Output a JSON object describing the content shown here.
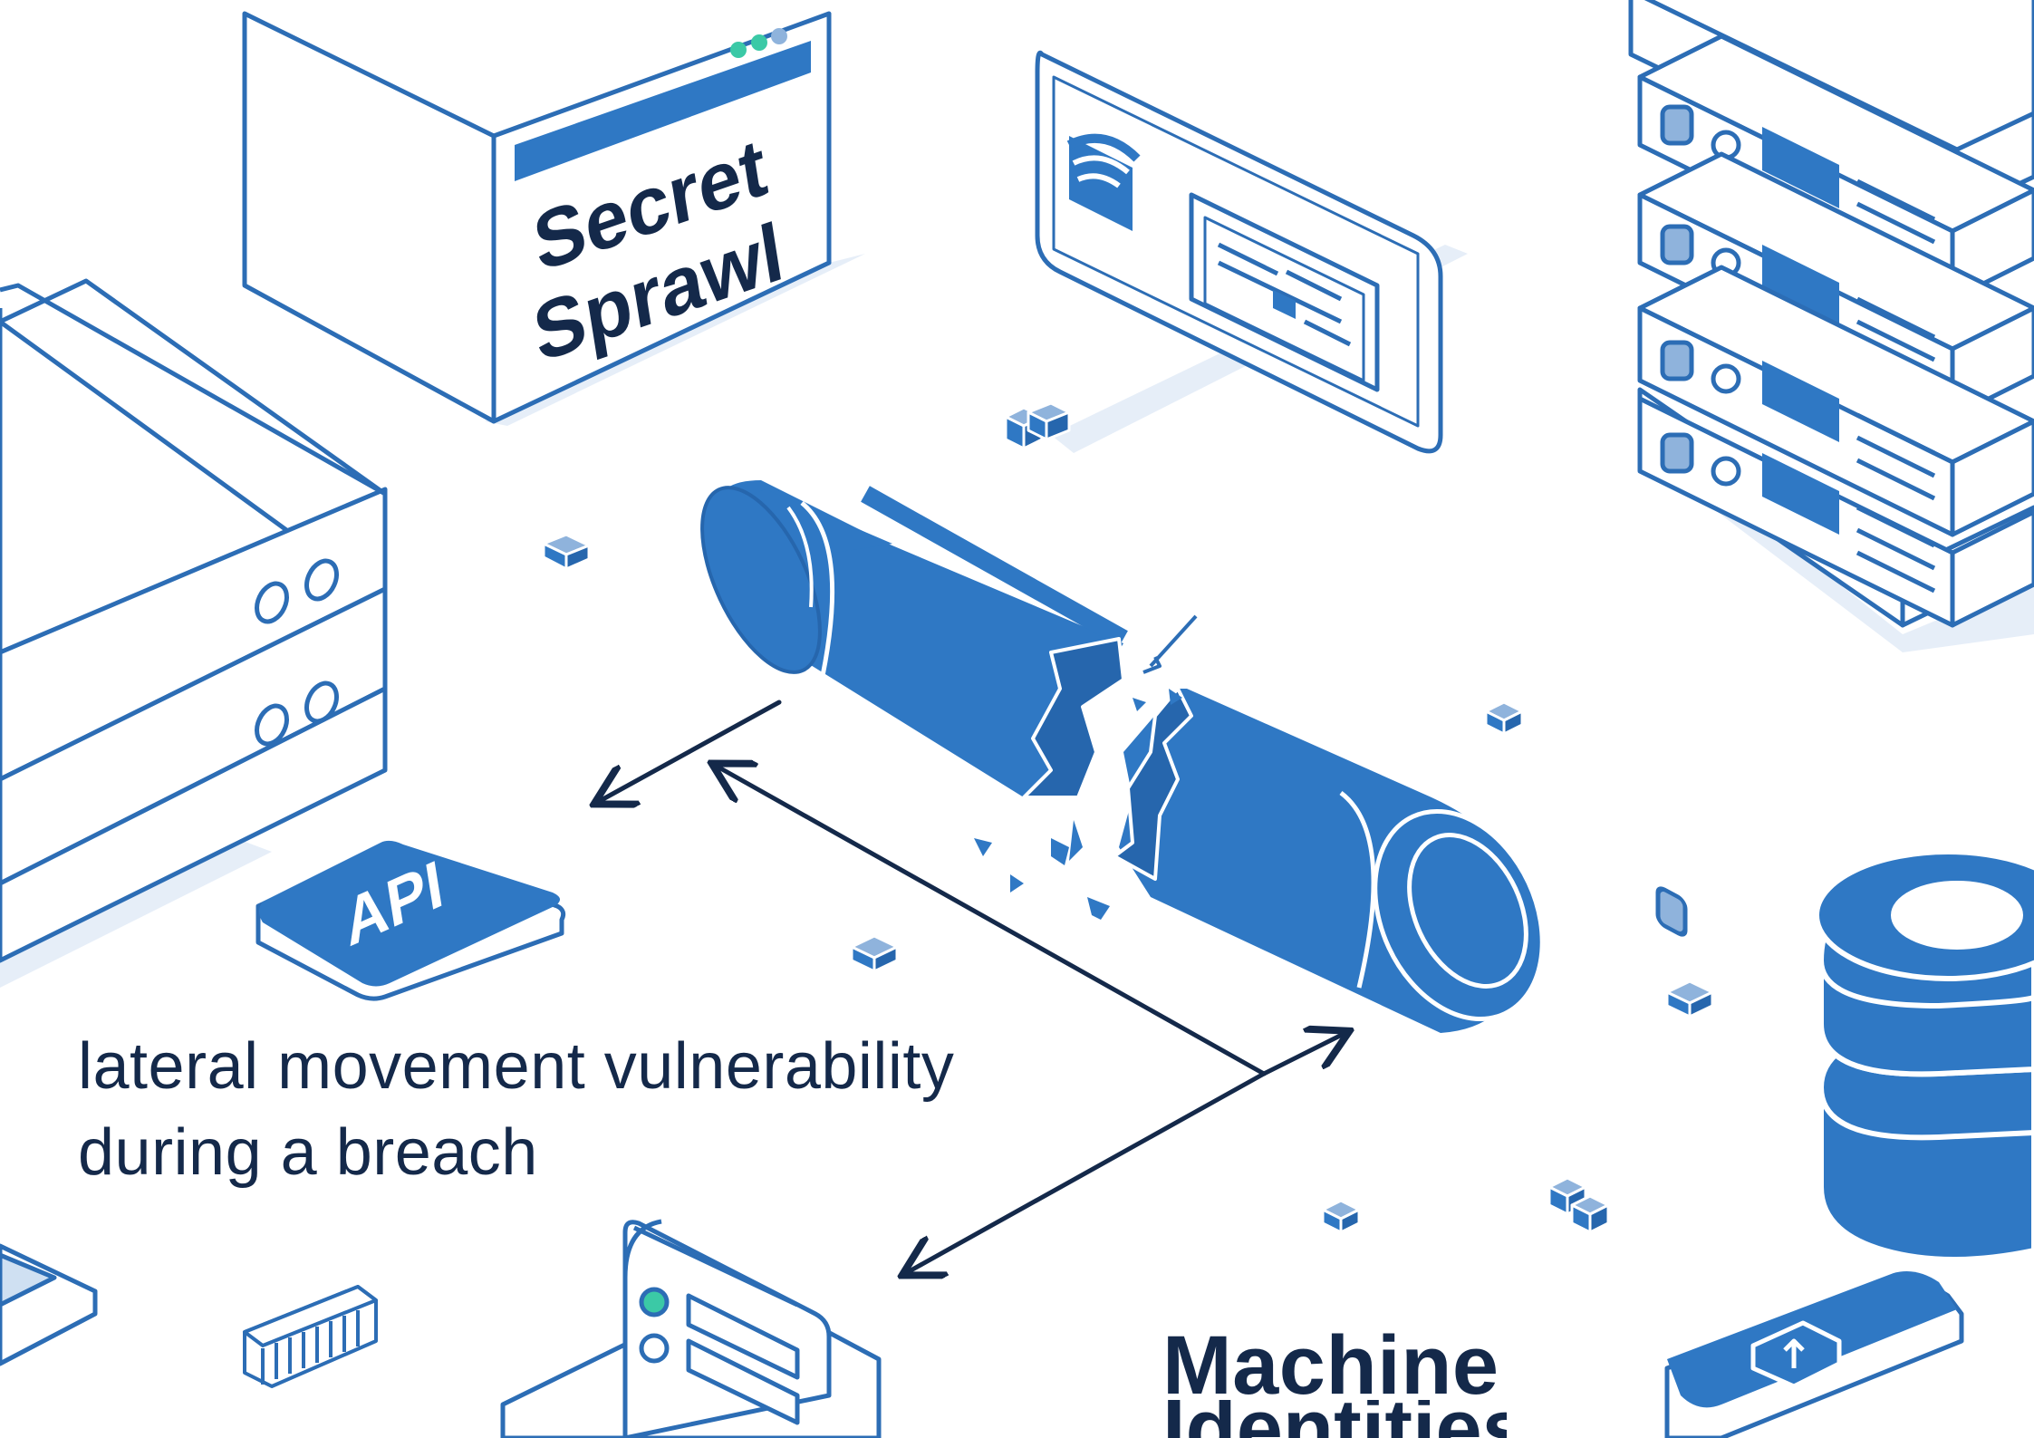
{
  "sign": {
    "title_line1": "Secret",
    "title_line2": "Sprawl"
  },
  "api_card": {
    "label": "API"
  },
  "caption": {
    "line1": "lateral movement vulnerability",
    "line2": "during a breach"
  },
  "bottom_label": {
    "line1": "Machine",
    "line2": "Identities"
  },
  "colors": {
    "blue": "#2f78c4",
    "blue_dark": "#2666ad",
    "outline": "#2c6db5",
    "navy": "#14294a",
    "shadow": "#e6eef8",
    "teal": "#3bc9a6"
  },
  "icons": [
    "wifi-icon",
    "shield-icon",
    "database-icon",
    "server-icon"
  ]
}
